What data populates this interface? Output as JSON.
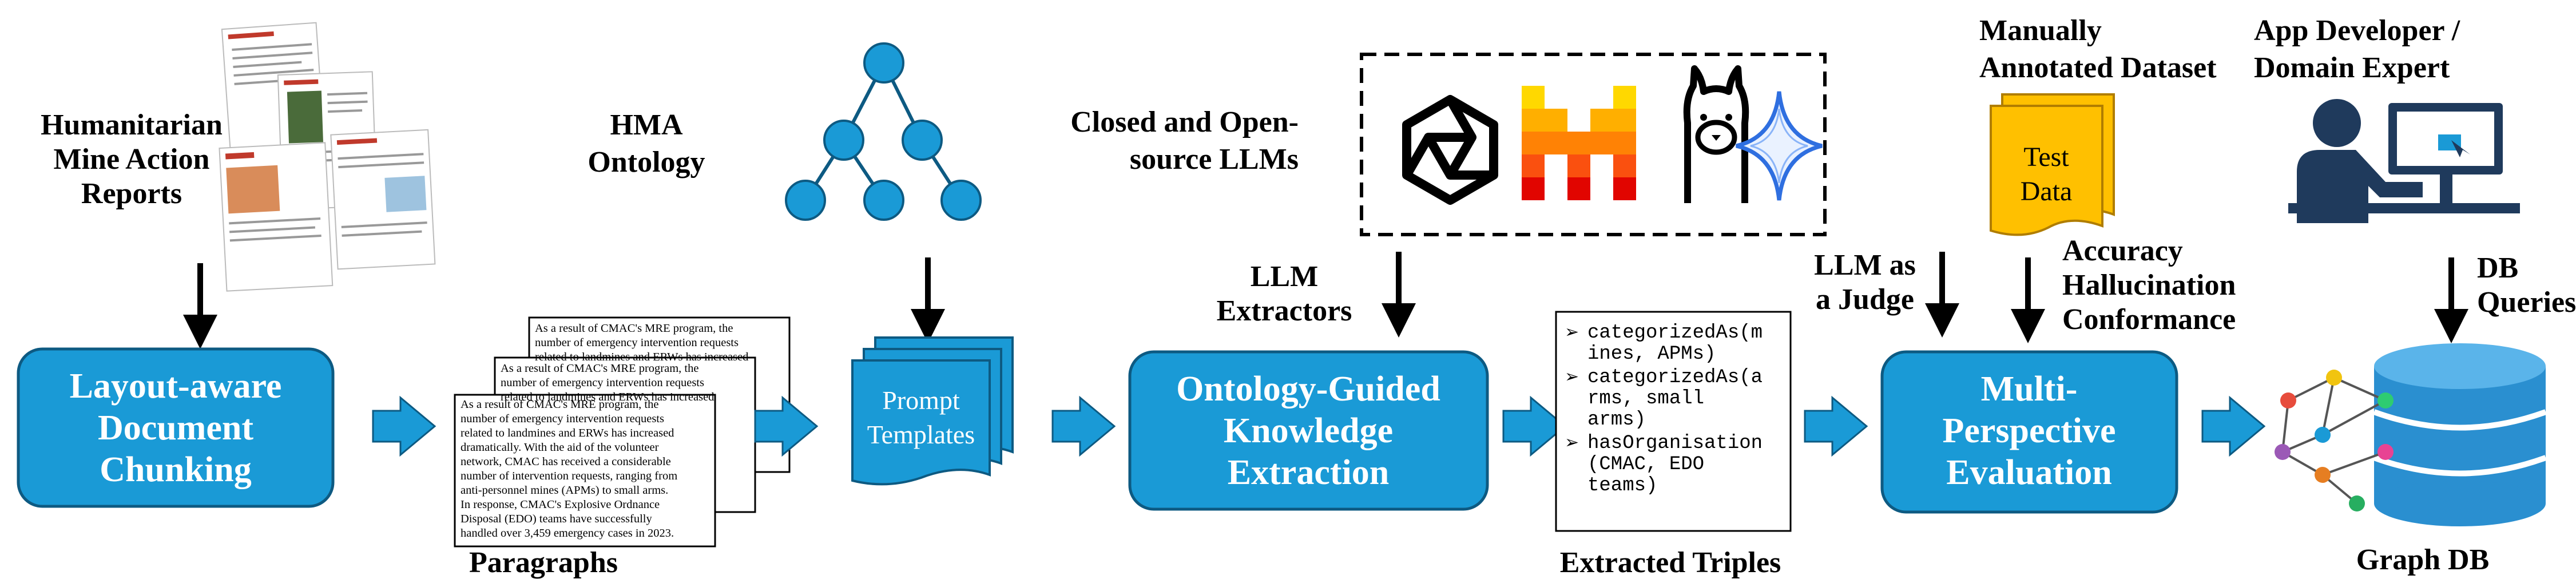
{
  "colors": {
    "stage_box": "#1a9ad6",
    "stage_border": "#0d5a82",
    "arrow_blue": "#1a9ad6",
    "node_blue": "#1a9ad6",
    "doc_yellow": "#ffc000",
    "person_dark": "#1f3a5c",
    "db_blue": "#2a8fd0"
  },
  "icons": {
    "reports": "document-stack-icon",
    "ontology": "tree-graph-icon",
    "llm1": "openai-logo-icon",
    "llm2": "mistral-logo-icon",
    "llm3": "llama-logo-icon",
    "llm4": "gemini-star-icon",
    "dataset": "test-data-document-icon",
    "developer": "developer-at-computer-icon",
    "graphdb": "graph-database-icon"
  },
  "inputs": {
    "reports": [
      "Humanitarian",
      "Mine Action",
      "Reports"
    ],
    "ontology": [
      "HMA",
      "Ontology"
    ],
    "llms": [
      "Closed and Open-",
      "source LLMs"
    ],
    "dataset": [
      "Manually",
      "Annotated Dataset"
    ],
    "dataset_doc": [
      "Test",
      "Data"
    ],
    "developer": [
      "App Developer /",
      "Domain Expert"
    ]
  },
  "edge_labels": {
    "extractors": [
      "LLM",
      "Extractors"
    ],
    "judge": [
      "LLM as",
      "a Judge"
    ],
    "metrics": [
      "Accuracy",
      "Hallucination",
      "Conformance"
    ],
    "queries": [
      "DB",
      "Queries"
    ]
  },
  "stages": {
    "chunking": [
      "Layout-aware",
      "Document",
      "Chunking"
    ],
    "prompts": [
      "Prompt",
      "Templates"
    ],
    "extraction": [
      "Ontology-Guided",
      "Knowledge",
      "Extraction"
    ],
    "evaluation": [
      "Multi-",
      "Perspective",
      "Evaluation"
    ]
  },
  "paragraph_lines": [
    "As a result of CMAC's MRE program, the",
    "number of emergency intervention requests",
    "related to landmines and ERWs has increased",
    "dramatically. With the aid of the volunteer",
    "network, CMAC has received a considerable",
    "number of intervention requests, ranging from",
    "anti-personnel mines (APMs) to small arms.",
    "In response, CMAC's Explosive Ordnance",
    "Disposal (EDO) teams have successfully",
    "handled over 3,459 emergency cases in 2023."
  ],
  "triples": {
    "bullet": "➢",
    "items": [
      [
        "categorizedAs(m",
        "ines, APMs)"
      ],
      [
        "categorizedAs(a",
        "rms, small",
        "arms)"
      ],
      [
        "hasOrganisation",
        "(CMAC, EDO",
        "teams)"
      ]
    ]
  },
  "outputs": {
    "paragraphs": "Paragraphs",
    "triples": "Extracted Triples",
    "graphdb": "Graph DB"
  }
}
